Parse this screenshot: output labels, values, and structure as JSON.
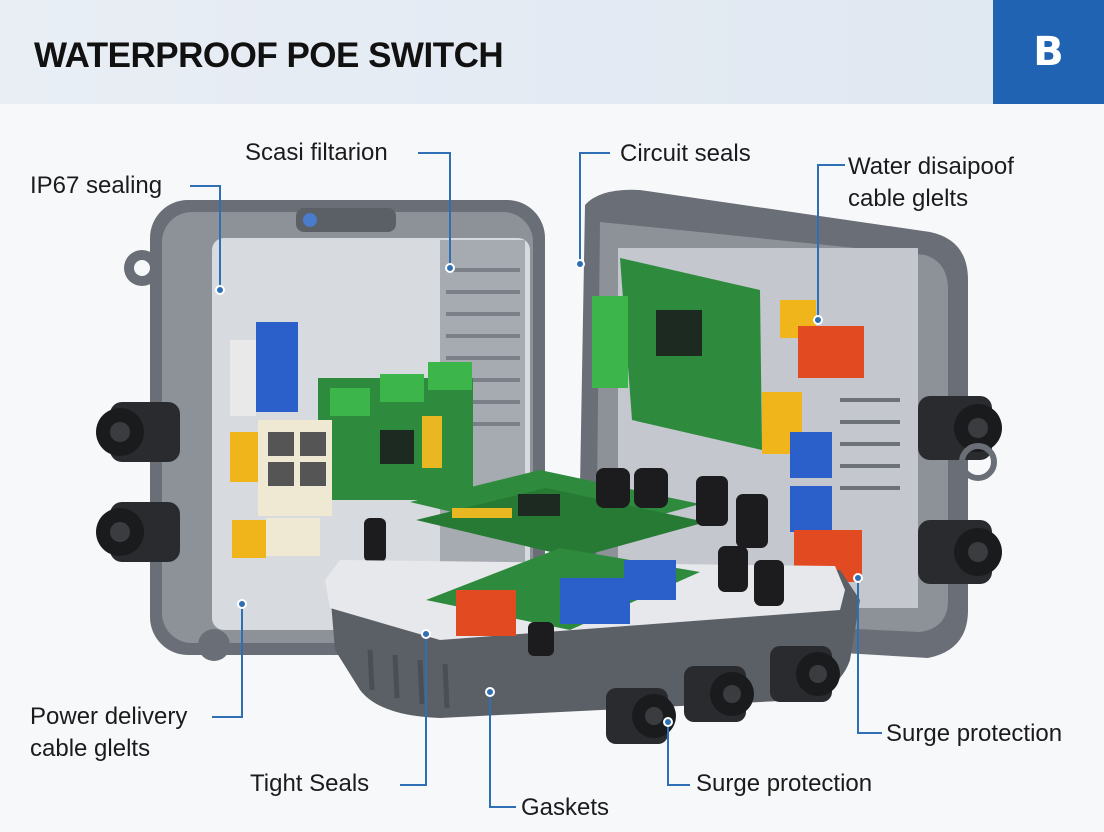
{
  "header": {
    "title": "WATERPROOF POE SWITCH",
    "logo_letter": "B"
  },
  "callouts": {
    "ip67": "IP67 sealing",
    "scasi": "Scasi filtarion",
    "circuit_seals": "Circuit seals",
    "water_line1": "Water disaipoof",
    "water_line2": "cable glelts",
    "power_line1": "Power delivery",
    "power_line2": "cable glelts",
    "tight_seals": "Tight Seals",
    "gaskets": "Gaskets",
    "surge_bottom": "Surge protection",
    "surge_right": "Surge protection"
  },
  "colors": {
    "logo_bg": "#1f63b2",
    "enclosure": "#5c6068",
    "pcb": "#2e8b3e",
    "terminal_blue": "#2b5fc9",
    "terminal_green": "#3cb64a",
    "terminal_orange": "#e24a22",
    "terminal_yellow": "#f1b51c",
    "callout_line": "#2f6fb3"
  }
}
